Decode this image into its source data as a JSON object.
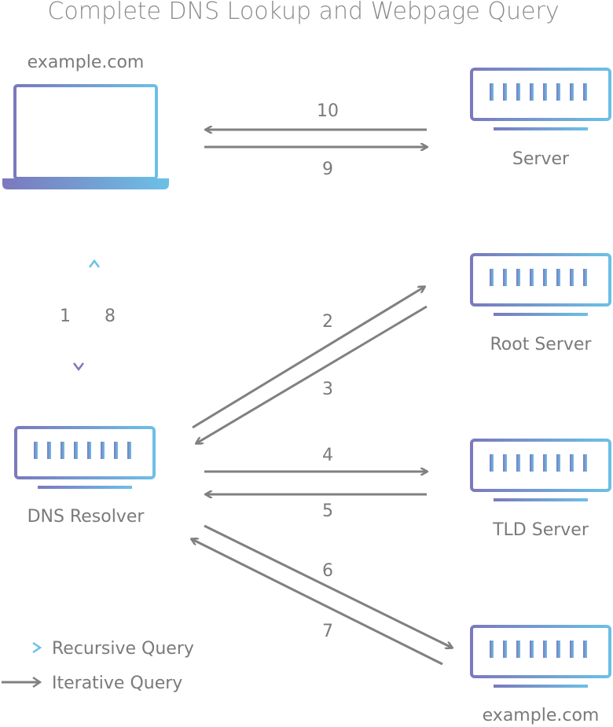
{
  "title": "Complete DNS Lookup and Webpage Query",
  "nodes": {
    "client_label": "example.com",
    "server_label": "Server",
    "root_label": "Root Server",
    "tld_label": "TLD Server",
    "auth_label": "example.com",
    "resolver_label": "DNS Resolver"
  },
  "steps": [
    "1",
    "2",
    "3",
    "4",
    "5",
    "6",
    "7",
    "8",
    "9",
    "10"
  ],
  "legend": {
    "recursive": "Recursive Query",
    "iterative": "Iterative Query"
  },
  "colors": {
    "gradient_start": "#7b79bd",
    "gradient_end": "#6cc0e6",
    "arrow_gray": "#808080",
    "text": "#7a7a7a"
  }
}
